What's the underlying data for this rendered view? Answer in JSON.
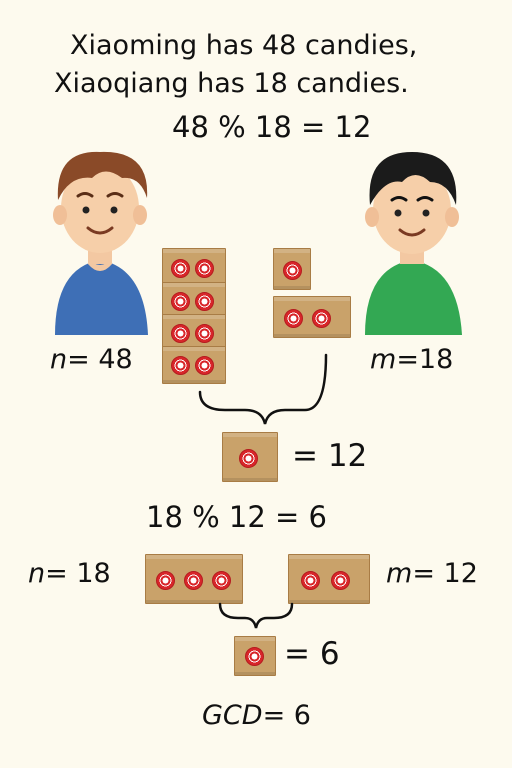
{
  "title": {
    "line1": "Xiaoming has 48 candies,",
    "line2": "Xiaoqiang has 18 candies."
  },
  "step1": {
    "equation": "48 % 18 = 12",
    "left_var": "n",
    "left_val": "= 48",
    "right_var": "m",
    "right_val": "=18",
    "remainder": "= 12"
  },
  "step2": {
    "equation": "18 % 12 = 6",
    "left_var": "n",
    "left_val": "= 18",
    "right_var": "m",
    "right_val": "= 12",
    "remainder": "= 6"
  },
  "result": {
    "label": "GCD",
    "value": "= 6"
  },
  "colors": {
    "background": "#fdfaee",
    "box": "#c9a26a",
    "candy": "#d8262a",
    "boy1_shirt": "#3e6fb6",
    "boy2_shirt": "#33a853"
  }
}
